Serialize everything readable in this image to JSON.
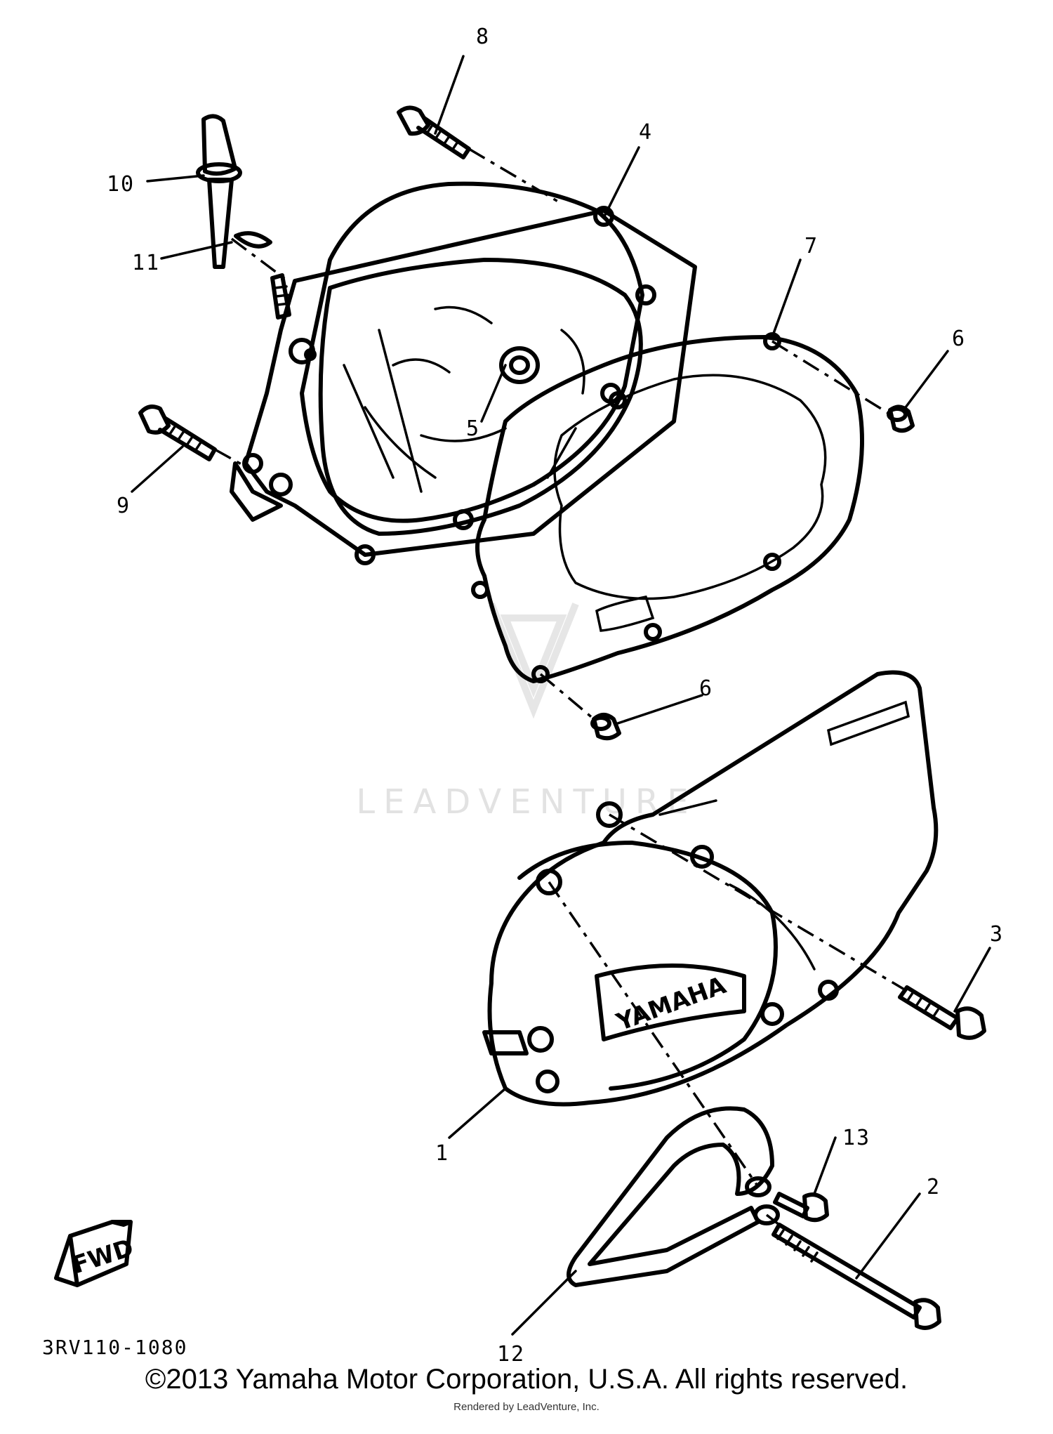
{
  "diagram": {
    "callouts": [
      "1",
      "2",
      "3",
      "4",
      "5",
      "6",
      "6",
      "7",
      "8",
      "9",
      "10",
      "11",
      "12",
      "13"
    ],
    "cover_badge": "YAMAHA",
    "direction_badge": "FWD",
    "reference_code": "3RV110-1080",
    "watermark": "LEADVENTURE"
  },
  "footer": {
    "copyright": "©2013 Yamaha Motor Corporation, U.S.A. All rights reserved.",
    "render_note": "Rendered by LeadVenture, Inc."
  }
}
